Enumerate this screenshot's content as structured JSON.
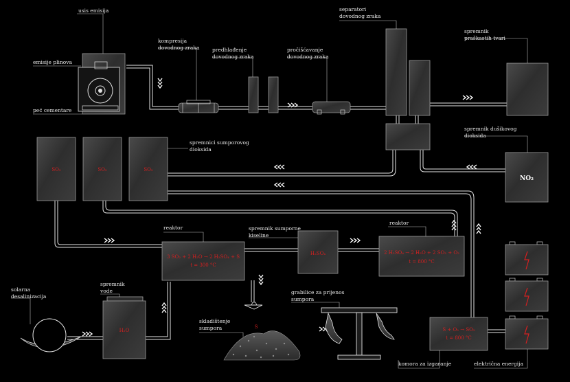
{
  "labels": {
    "usis_emisija": "usis emisija",
    "emisije_plinova": "emisije plinova",
    "pec_cementare": "peć cementare",
    "kompresija": [
      "kompresija",
      "dovodnog zraka"
    ],
    "predhladenje": [
      "predhlađenje",
      "dovodnog zraka"
    ],
    "prociscavanje": [
      "pročišćavanje",
      "dovodnog zraka"
    ],
    "separatori": [
      "separatori",
      "dovodnog zraka"
    ],
    "spremnik_prasak": [
      "spremnik",
      "praškastih tvari"
    ],
    "spremnici_so2": [
      "spremnici sumporovog",
      "dioksida"
    ],
    "spremnik_no2": [
      "spremnik dušikovog",
      "dioksida"
    ],
    "reaktor1": "reaktor",
    "reaktor2": "reaktor",
    "spremnik_h2so4": [
      "spremnik sumporne",
      "kiseline"
    ],
    "spremnik_vode": [
      "spremnik",
      "vode"
    ],
    "solarna": [
      "solarna",
      "desalinizacija"
    ],
    "skladistenje": [
      "skladištenje",
      "sumpora"
    ],
    "grabilice": [
      "grabilice za prijenos",
      "sumpora"
    ],
    "komora": "komora za izgaranje",
    "elektricna": "električna energija"
  },
  "tank_text": {
    "so2_1": "SO₂",
    "so2_2": "SO₂",
    "so2_3": "SO₂",
    "no2": "NO₂",
    "h2so4": "H₂SO₄",
    "h2o": "H₂O",
    "sulfur": "S"
  },
  "reactions": {
    "reaktor1": [
      "3 SO₂ + 2 H₂O → 2 H₂SO₄ + S",
      "t = 300 °C"
    ],
    "reaktor2": [
      "2 H₂SO₄ → 2 H₂O + 2 SO₂ + O₂",
      "t = 800 °C"
    ],
    "komora": [
      "S + O₂ → SO₂",
      "t = 800 °C"
    ]
  },
  "arrow_glyph": "»"
}
